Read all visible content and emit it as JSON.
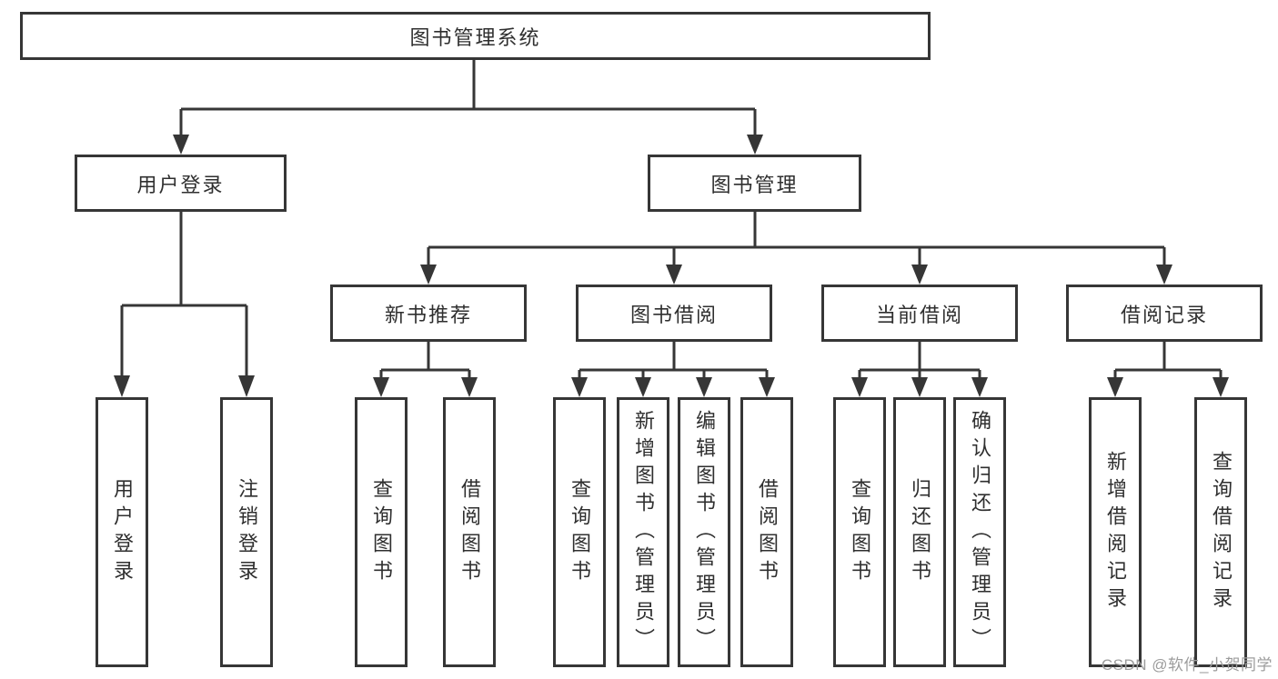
{
  "diagram": {
    "type": "hierarchy-tree",
    "root": {
      "label": "图书管理系统",
      "children": [
        {
          "label": "用户登录",
          "children": [
            {
              "label": "用户登录"
            },
            {
              "label": "注销登录"
            }
          ]
        },
        {
          "label": "图书管理",
          "children": [
            {
              "label": "新书推荐",
              "children": [
                {
                  "label": "查询图书"
                },
                {
                  "label": "借阅图书"
                }
              ]
            },
            {
              "label": "图书借阅",
              "children": [
                {
                  "label": "查询图书"
                },
                {
                  "label": "新增图书（管理员）"
                },
                {
                  "label": "编辑图书（管理员）"
                },
                {
                  "label": "借阅图书"
                }
              ]
            },
            {
              "label": "当前借阅",
              "children": [
                {
                  "label": "查询图书"
                },
                {
                  "label": "归还图书"
                },
                {
                  "label": "确认归还（管理员）"
                }
              ]
            },
            {
              "label": "借阅记录",
              "children": [
                {
                  "label": "新增借阅记录"
                },
                {
                  "label": "查询借阅记录"
                }
              ]
            }
          ]
        }
      ]
    }
  },
  "watermark": "CSDN @软件_小贺同学",
  "colors": {
    "line": "#363636",
    "box_border": "#363636",
    "text": "#2f2f2f",
    "watermark": "#9c9c9c",
    "background": "#ffffff"
  }
}
